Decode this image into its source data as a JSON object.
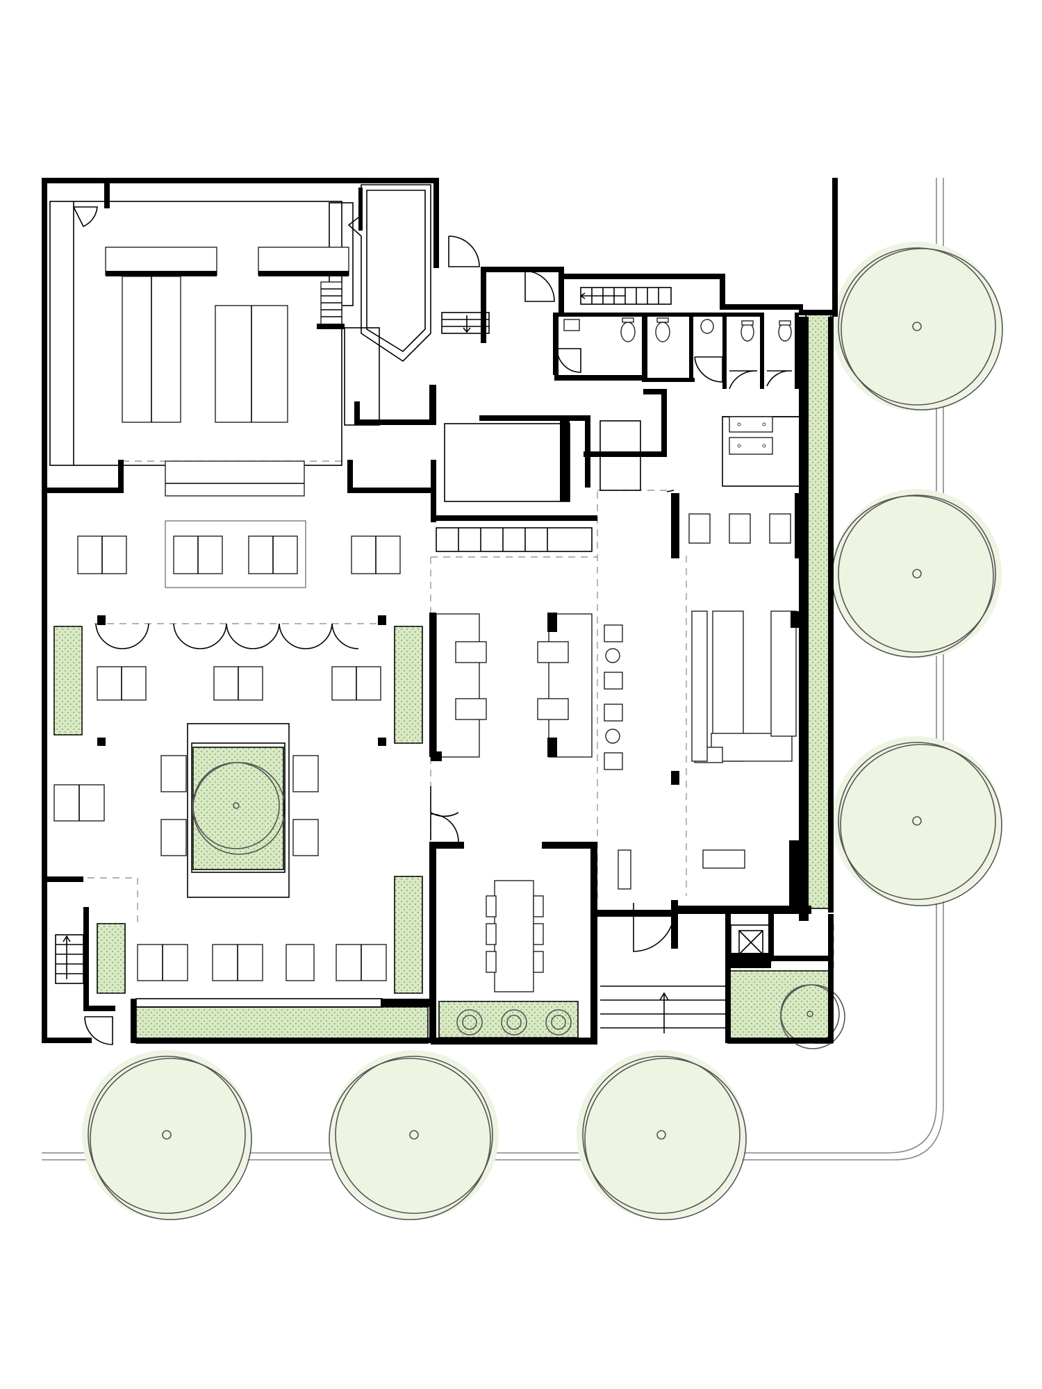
{
  "diagram": {
    "type": "architectural-floor-plan",
    "colors": {
      "wall": "#000000",
      "planter": "#d9e9c4",
      "tree_canopy": "#eef4e2",
      "background": "#ffffff"
    },
    "counts": {
      "street_trees_right": 3,
      "street_trees_bottom": 3,
      "courtyard_tables": 10,
      "wc_stalls": 5
    }
  }
}
